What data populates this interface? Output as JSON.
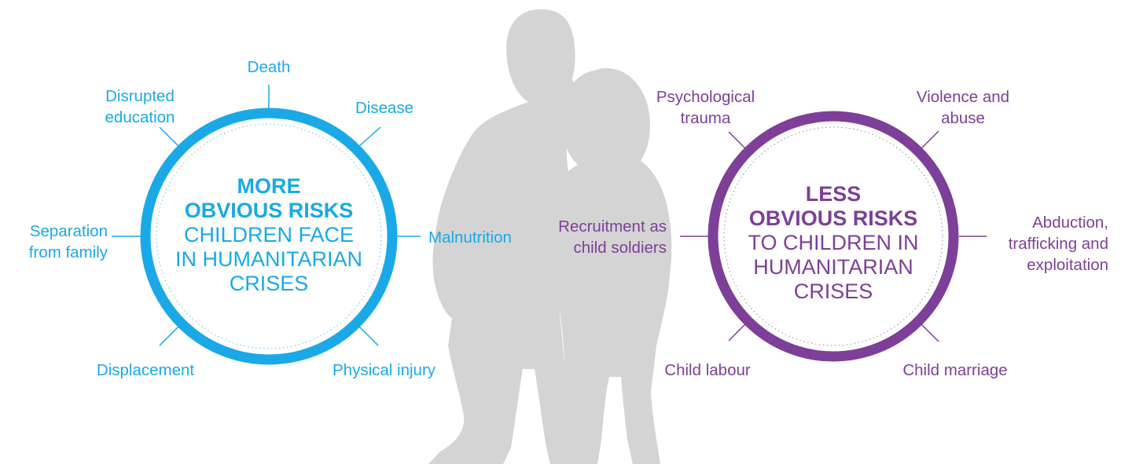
{
  "colors": {
    "more": "#1aa9e6",
    "less": "#7d3f98",
    "silhouette": "#d4d4d4"
  },
  "more_risks": {
    "title_bold_1": "MORE",
    "title_bold_2": "OBVIOUS RISKS",
    "title_line_3": "CHILDREN FACE",
    "title_line_4": "IN HUMANITARIAN",
    "title_line_5": "CRISES",
    "labels": {
      "death": "Death",
      "disrupted_1": "Disrupted",
      "disrupted_2": "education",
      "disease": "Disease",
      "separation_1": "Separation",
      "separation_2": "from family",
      "malnutrition": "Malnutrition",
      "displacement": "Displacement",
      "physical_injury": "Physical injury"
    }
  },
  "less_risks": {
    "title_bold_1": "LESS",
    "title_bold_2": "OBVIOUS RISKS",
    "title_line_3": "TO CHILDREN IN",
    "title_line_4": "HUMANITARIAN",
    "title_line_5": "CRISES",
    "labels": {
      "psych_1": "Psychological",
      "psych_2": "trauma",
      "violence_1": "Violence and",
      "violence_2": "abuse",
      "recruit_1": "Recruitment as",
      "recruit_2": "child soldiers",
      "abduction_1": "Abduction,",
      "abduction_2": "trafficking and",
      "abduction_3": "exploitation",
      "labour": "Child labour",
      "marriage": "Child marriage"
    }
  }
}
